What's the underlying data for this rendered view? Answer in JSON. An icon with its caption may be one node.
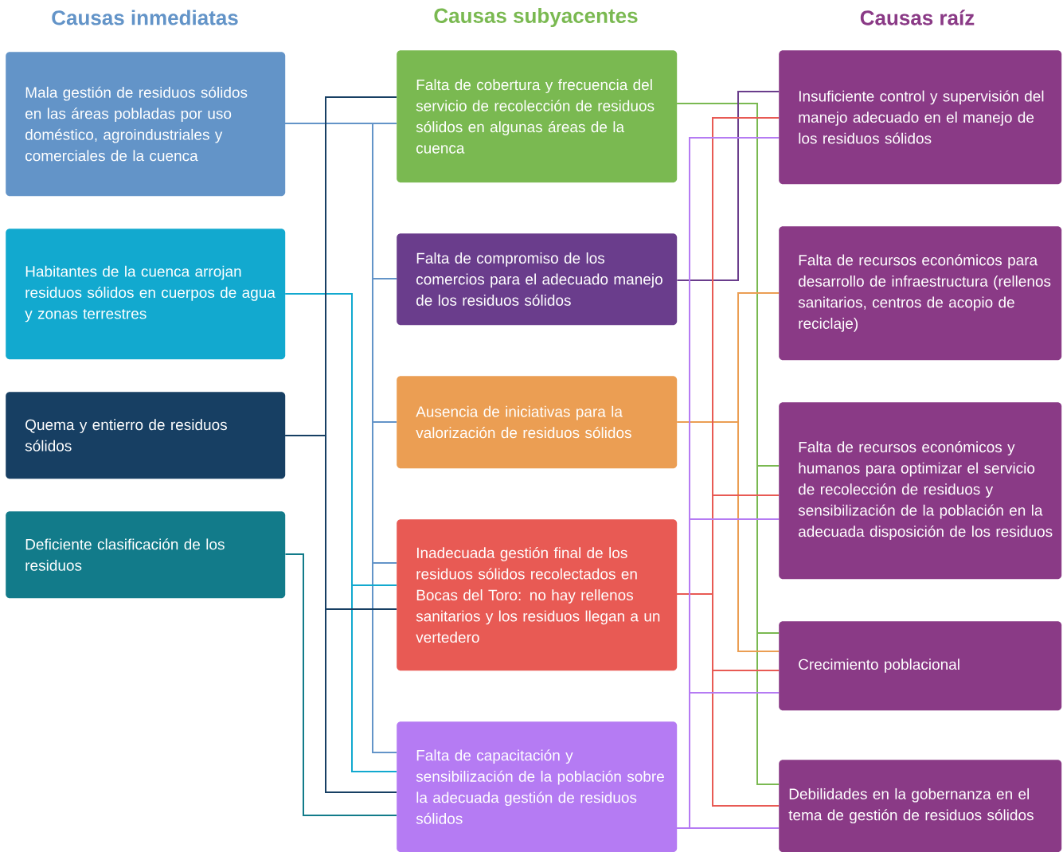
{
  "diagram": {
    "nodes": [
      {
        "text": [
          "Mala gestión de residuos sólidos en las áreas pobladas por uso doméstico, agroindustriales y comerciales de la cuenca"
        ]
      },
      {
        "text": [
          "Habitantes de la cuenca arrojan residuos sólidos en cuerpos de agua y zonas terrestres"
        ]
      },
      {
        "text": [
          "Quema y entierro de residuos sólidos"
        ]
      },
      {
        "text": [
          "Deficiente clasificación de los residuos"
        ]
      },
      {
        "text": [
          "Falta de cobertura y frecuencia del servicio de recolección de residuos sólidos en algunas áreas de la cuenca"
        ]
      },
      {
        "text": [
          "Falta de compromiso de los comercios para el adecuado manejo de los residuos sólidos"
        ]
      },
      {
        "text": [
          "Ausencia de iniciativas para la valorización de residuos sólidos"
        ]
      },
      {
        "text": [
          "Inadecuada gestión final de los residuos sólidos recolectados en Bocas del Toro: no hay rellenos sanitarios y los residuos llegan a un vertedero"
        ]
      },
      {
        "text": [
          "Falta de capacitación y sensibilización de la población sobre la adecuada gestión de residuos sólidos"
        ]
      },
      {
        "text": [
          "Insuficiente control y supervisión del manejo adecuado en el manejo de los residuos sólidos"
        ]
      },
      {
        "text": [
          "Falta de recursos económicos para desarrollo de infraestructura (rellenos sanitarios, centros de acopio de reciclaje)"
        ]
      },
      {
        "text": [
          "Falta de recursos económicos y humanos para optimizar el servicio de recolección de residuos y sensibilización de la población en la adecuada disposición de los residuos"
        ]
      },
      {
        "text": [
          "Crecimiento poblacional"
        ]
      },
      {
        "text": [
          "Debilidades en la gobernanza en el tema de gestión de residuos sólidos"
        ]
      }
    ],
    "edges": [
      {
        "from": 0,
        "to": 4,
        "arrow": "none",
        "color": "#6394c8"
      },
      {
        "from": 0,
        "to": 5,
        "arrow": "none",
        "color": "#6394c8"
      },
      {
        "from": 0,
        "to": 6,
        "arrow": "none",
        "color": "#6394c8"
      },
      {
        "from": 0,
        "to": 7,
        "arrow": "none",
        "color": "#6394c8"
      },
      {
        "from": 0,
        "to": 8,
        "arrow": "none",
        "color": "#6394c8"
      },
      {
        "from": 1,
        "to": 7,
        "arrow": "none",
        "color": "#12a9cf"
      },
      {
        "from": 1,
        "to": 8,
        "arrow": "none",
        "color": "#12a9cf"
      },
      {
        "from": 2,
        "to": 4,
        "arrow": "none",
        "color": "#173f63"
      },
      {
        "from": 2,
        "to": 7,
        "arrow": "none",
        "color": "#173f63"
      },
      {
        "from": 2,
        "to": 8,
        "arrow": "none",
        "color": "#173f63"
      },
      {
        "from": 3,
        "to": 8,
        "arrow": "none",
        "color": "#127b8a"
      },
      {
        "from": 4,
        "to": 11,
        "arrow": "none",
        "color": "#7ab951"
      },
      {
        "from": 4,
        "to": 12,
        "arrow": "none",
        "color": "#7ab951"
      },
      {
        "from": 4,
        "to": 13,
        "arrow": "none",
        "color": "#7ab951"
      },
      {
        "from": 5,
        "to": 9,
        "arrow": "none",
        "color": "#6a3d8c"
      },
      {
        "from": 6,
        "to": 10,
        "arrow": "none",
        "color": "#eb9e53"
      },
      {
        "from": 6,
        "to": 12,
        "arrow": "none",
        "color": "#eb9e53"
      },
      {
        "from": 7,
        "to": 9,
        "arrow": "none",
        "color": "#e85a54"
      },
      {
        "from": 7,
        "to": 11,
        "arrow": "none",
        "color": "#e85a54"
      },
      {
        "from": 7,
        "to": 12,
        "arrow": "none",
        "color": "#e85a54"
      },
      {
        "from": 7,
        "to": 13,
        "arrow": "none",
        "color": "#e85a54"
      },
      {
        "from": 8,
        "to": 9,
        "arrow": "none",
        "color": "#b57bf3"
      },
      {
        "from": 8,
        "to": 11,
        "arrow": "none",
        "color": "#b57bf3"
      },
      {
        "from": 8,
        "to": 12,
        "arrow": "none",
        "color": "#b57bf3"
      },
      {
        "from": 8,
        "to": 13,
        "arrow": "none",
        "color": "#b57bf3"
      }
    ],
    "labels": [
      "Causas inmediatas",
      "Causas subyacentes",
      "Causas raíz"
    ]
  }
}
